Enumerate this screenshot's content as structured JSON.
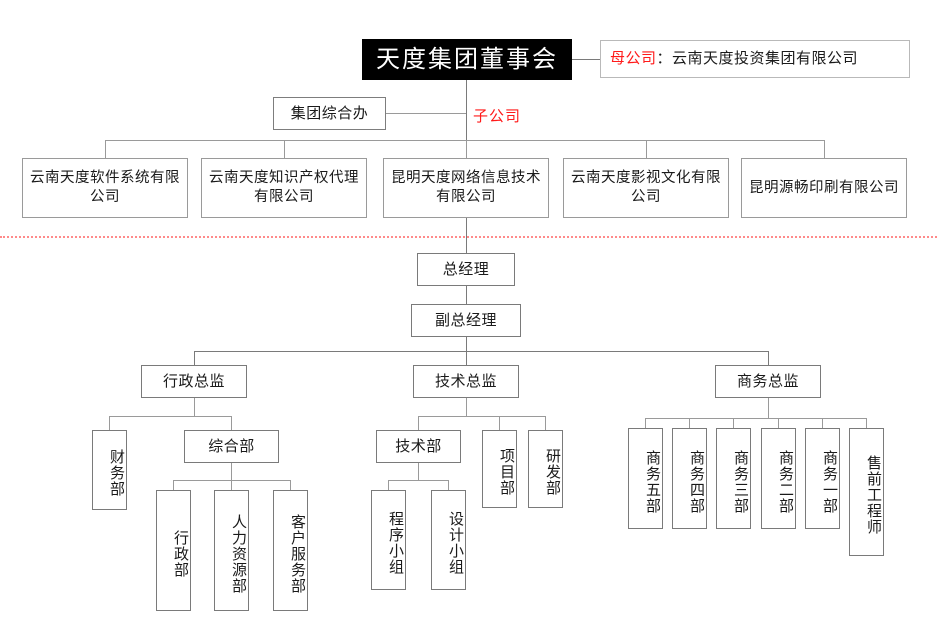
{
  "chart": {
    "title": "天度集团董事会",
    "parent_company_label": "母公司",
    "parent_company_sep": "：",
    "parent_company_name": "云南天度投资集团有限公司",
    "subsidiary_label": "子公司",
    "group_office": "集团综合办",
    "subsidiaries": [
      "云南天度软件系统有限公司",
      "云南天度知识产权代理有限公司",
      "昆明天度网络信息技术有限公司",
      "云南天度影视文化有限公司",
      "昆明源畅印刷有限公司"
    ],
    "general_manager": "总经理",
    "deputy_general_manager": "副总经理",
    "directors": [
      "行政总监",
      "技术总监",
      "商务总监"
    ],
    "admin_branch": {
      "finance": "财务部",
      "general_affairs": "综合部",
      "general_affairs_children": [
        "行政部",
        "人力资源部",
        "客户服务部"
      ]
    },
    "tech_branch": {
      "tech_dept": "技术部",
      "tech_dept_children": [
        "程序小组",
        "设计小组"
      ],
      "siblings": [
        "项目部",
        "研发部"
      ]
    },
    "business_branch": {
      "units": [
        "商务五部",
        "商务四部",
        "商务三部",
        "商务二部",
        "商务一部",
        "售前工程师"
      ]
    },
    "colors": {
      "title_bg": "#000000",
      "title_fg": "#ffffff",
      "accent_red": "#ff1a1a",
      "divider": "#ff8a8a",
      "border": "#9a9a9a"
    }
  }
}
